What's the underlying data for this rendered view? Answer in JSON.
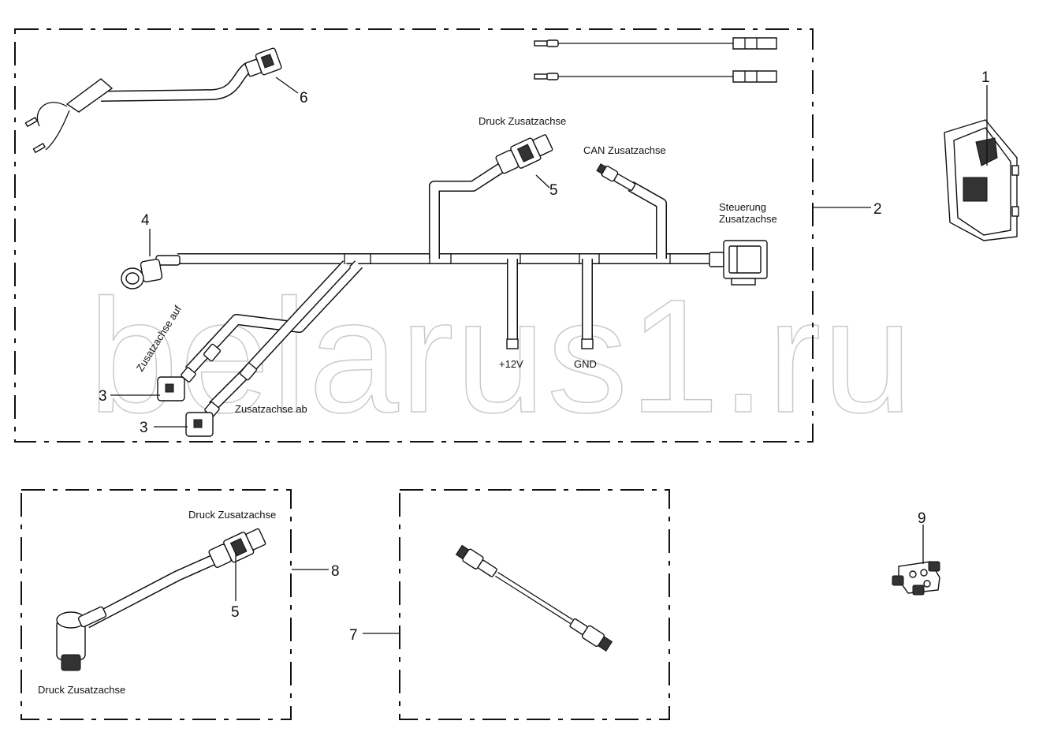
{
  "watermark": "belarus1.ru",
  "labels": {
    "druck_zusatzachse_top": "Druck Zusatzachse",
    "can_zusatzachse": "CAN Zusatzachse",
    "steuerung_line1": "Steuerung",
    "steuerung_line2": "Zusatzachse",
    "plus12v": "+12V",
    "gnd": "GND",
    "zusatzachse_auf": "Zusatzachse auf",
    "zusatzachse_ab": "Zusatzachse ab",
    "druck_zusatzachse_box8": "Druck Zusatzachse",
    "druck_zusatzachse_bottom": "Druck Zusatzachse"
  },
  "callouts": {
    "c1": "1",
    "c2": "2",
    "c3a": "3",
    "c3b": "3",
    "c4": "4",
    "c5a": "5",
    "c5b": "5",
    "c6": "6",
    "c7": "7",
    "c8": "8",
    "c9": "9"
  },
  "icons": [
    "control-unit-icon",
    "harness-icon",
    "connector-icon",
    "can-cable-icon",
    "t-splitter-icon",
    "pressure-sensor-icon"
  ]
}
